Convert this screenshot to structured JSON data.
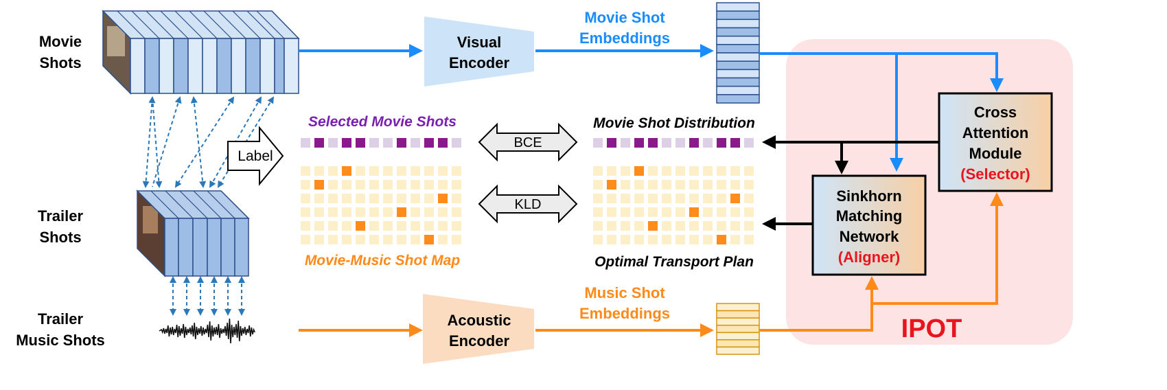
{
  "labels": {
    "movie_shots": [
      "Movie",
      "Shots"
    ],
    "trailer_shots": [
      "Trailer",
      "Shots"
    ],
    "trailer_music_shots": [
      "Trailer",
      "Music Shots"
    ],
    "visual_encoder": [
      "Visual",
      "Encoder"
    ],
    "acoustic_encoder": [
      "Acoustic",
      "Encoder"
    ],
    "movie_shot_embeddings": [
      "Movie Shot",
      "Embeddings"
    ],
    "music_shot_embeddings": [
      "Music Shot",
      "Embeddings"
    ],
    "selected_movie_shots": "Selected Movie Shots",
    "movie_music_shot_map": "Movie-Music Shot Map",
    "movie_shot_distribution": "Movie Shot Distribution",
    "optimal_transport_plan": "Optimal Transport Plan",
    "label_arrow": "Label",
    "bce": "BCE",
    "kld": "KLD",
    "cross_attention": [
      "Cross",
      "Attention",
      "Module"
    ],
    "cross_attention_role": "(Selector)",
    "sinkhorn": [
      "Sinkhorn",
      "Matching",
      "Network"
    ],
    "sinkhorn_role": "(Aligner)",
    "ipot": "IPOT"
  },
  "colors": {
    "blue_arrow": "#1a8cff",
    "blue_text": "#1a8cff",
    "orange_arrow": "#ff8a1a",
    "orange_text": "#ff8a1a",
    "purple_text": "#7a1fb0",
    "purple_cell": "#8a1a8a",
    "light_purple_cell": "#dccfe6",
    "red_text": "#e8141e",
    "ipot_bg": "#fde3e3",
    "dashed_arrow": "#2a78b8",
    "grid_light": "#fdefc8",
    "grid_dark": "#ff8c1a"
  },
  "selected_pattern": [
    0,
    1,
    0,
    1,
    1,
    0,
    0,
    1,
    0,
    1,
    1,
    0
  ],
  "grid_marks_left": [
    [
      0,
      3
    ],
    [
      1,
      1
    ],
    [
      2,
      10
    ],
    [
      3,
      7
    ],
    [
      4,
      4
    ],
    [
      5,
      9
    ]
  ],
  "grid_marks_right": [
    [
      0,
      3
    ],
    [
      1,
      1
    ],
    [
      2,
      10
    ],
    [
      3,
      7
    ],
    [
      4,
      4
    ],
    [
      5,
      9
    ]
  ]
}
